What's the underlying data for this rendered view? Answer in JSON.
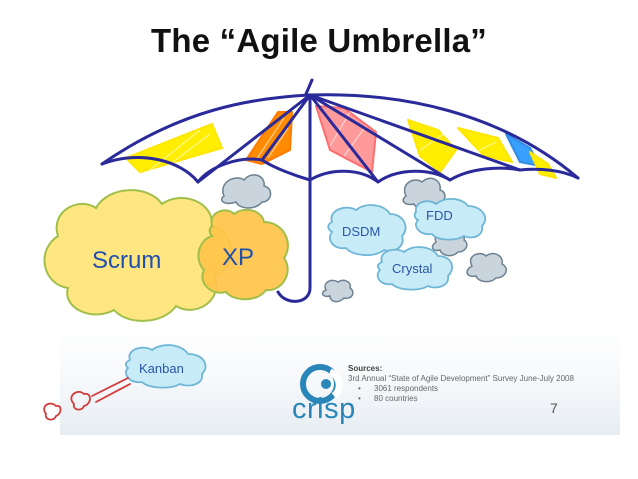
{
  "slide": {
    "title": "The “Agile Umbrella”",
    "page_number": "7"
  },
  "labels": {
    "scrum": "Scrum",
    "xp": "XP",
    "dsdm": "DSDM",
    "fdd": "FDD",
    "crystal": "Crystal",
    "kanban": "Kanban"
  },
  "logo": {
    "text": "crisp"
  },
  "sources": {
    "heading": "Sources:",
    "line1": "3rd Annual “State of Agile Development” Survey June-July 2008",
    "bullets": [
      "3061 respondents",
      "80 countries"
    ]
  },
  "colors": {
    "title": "#111111",
    "cloud_fill_light": "#c8ecf7",
    "cloud_fill_yellow": "#ffe680",
    "cloud_fill_orange": "#ffc44a",
    "cloud_fill_grey": "#c9d4dc",
    "umbrella_outline": "#2a2a9a",
    "panel_yellow": "#ffee00",
    "panel_orange": "#ff8800",
    "panel_pink": "#ff8080",
    "panel_blue": "#3aa0ff",
    "label_blue": "#1f4fb0",
    "logo_blue": "#2a86b8"
  }
}
